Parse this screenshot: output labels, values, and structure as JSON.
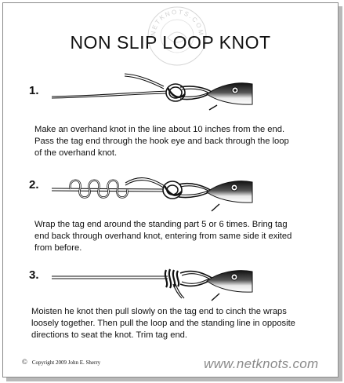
{
  "title": "NON SLIP LOOP KNOT",
  "seal": {
    "ring_text": "NETKNOTS.COM"
  },
  "steps": [
    {
      "number": "1.",
      "lines": [
        "Make an overhand knot in the line about 10 inches from the end.",
        "Pass the tag end through the hook eye and back through the loop",
        "of the overhand knot."
      ]
    },
    {
      "number": "2.",
      "lines": [
        "Wrap the tag end around the standing part 5 or 6 times. Bring tag",
        "end back through overhand knot, entering from same side it exited",
        "from before."
      ]
    },
    {
      "number": "3.",
      "lines": [
        "Moisten he knot then pull slowly on the tag end to cinch the wraps",
        "loosely together. Then pull the loop and the standing line in opposite",
        "directions to seat the knot. Trim tag end."
      ]
    }
  ],
  "copyright": {
    "symbol": "©",
    "text": "Copyright  2009  John E. Sherry"
  },
  "website": "www.netknots.com"
}
